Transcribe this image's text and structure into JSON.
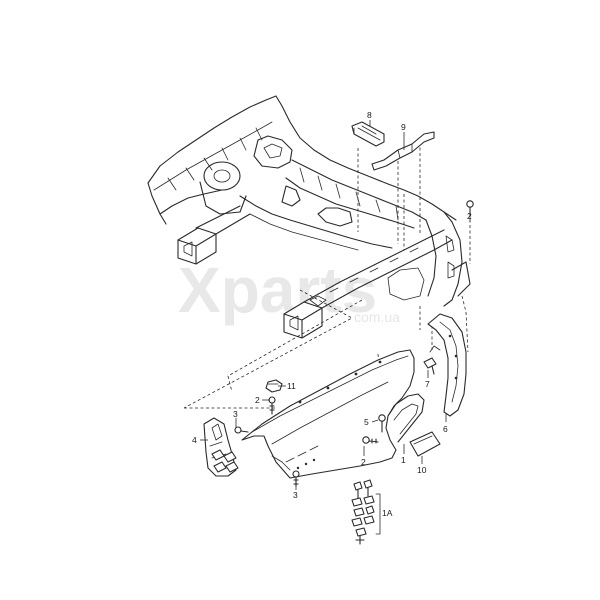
{
  "watermark": {
    "brand": "Xparts",
    "domain": "com.ua"
  },
  "callouts": [
    {
      "id": "c8",
      "label": "8"
    },
    {
      "id": "c9",
      "label": "9"
    },
    {
      "id": "c2a",
      "label": "2"
    },
    {
      "id": "c11",
      "label": "11"
    },
    {
      "id": "c2b",
      "label": "2"
    },
    {
      "id": "c3a",
      "label": "3"
    },
    {
      "id": "c4",
      "label": "4"
    },
    {
      "id": "c7",
      "label": "7"
    },
    {
      "id": "c5",
      "label": "5"
    },
    {
      "id": "c6",
      "label": "6"
    },
    {
      "id": "c2c",
      "label": "2"
    },
    {
      "id": "c1",
      "label": "1"
    },
    {
      "id": "c10",
      "label": "10"
    },
    {
      "id": "c3b",
      "label": "3"
    },
    {
      "id": "c1a",
      "label": "1A"
    }
  ]
}
